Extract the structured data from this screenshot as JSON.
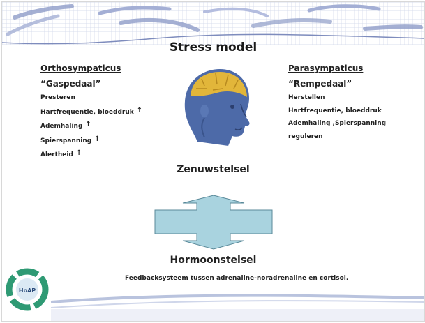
{
  "slide": {
    "title": "Stress model",
    "left": {
      "heading": "Orthosympaticus",
      "subtitle": "“Gaspedaal”",
      "items": [
        "Presteren",
        "Hartfrequentie, bloeddruk",
        "Ademhaling",
        "Spierspanning",
        "Alertheid"
      ],
      "arrow_symbol": "↑"
    },
    "right": {
      "heading": "Parasympaticus",
      "subtitle": "“Rempedaal”",
      "items": [
        "Herstellen",
        "Hartfrequentie, bloeddruk",
        "Ademhaling ,Spierspanning",
        "reguleren"
      ]
    },
    "center_top_label": "Zenuwstelsel",
    "center_bottom_label": "Hormoonstelsel",
    "feedback_text": "Feedbacksysteem tussen adrenaline-noradrenaline en cortisol.",
    "logo_text": "HoAP"
  },
  "colors": {
    "arrow_fill": "#a9d3df",
    "arrow_stroke": "#5a8a9a",
    "banner": "#b9c3de",
    "head_skin": "#4d6aa8",
    "brain": "#e2b63a",
    "logo_ring": "#2f9a74"
  },
  "icons": {
    "head": "human-head-with-puzzle-brain",
    "arrow": "double-headed-vertical-arrow",
    "logo": "circular-green-logo"
  }
}
